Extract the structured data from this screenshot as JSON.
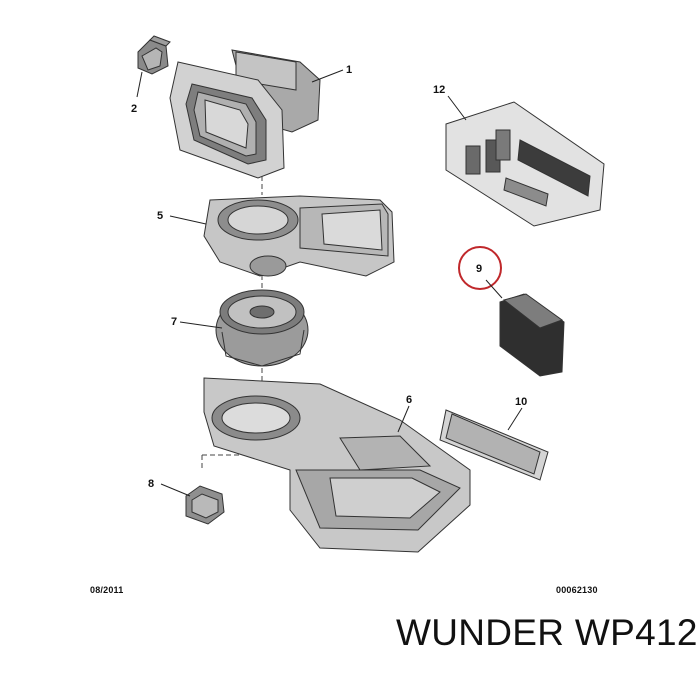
{
  "callouts": {
    "c1": "1",
    "c2": "2",
    "c5": "5",
    "c6": "6",
    "c7": "7",
    "c8": "8",
    "c9": "9",
    "c10": "10",
    "c12": "12"
  },
  "footer": {
    "date_code": "08/2011",
    "reference_code": "00062130"
  },
  "brand": {
    "text": "WUNDER WP412"
  },
  "colors": {
    "highlight_circle": "#c0282b",
    "part_fill": "#c9c9c9",
    "part_dark": "#6f6f6f",
    "filter_element": "#3a3a3a"
  }
}
